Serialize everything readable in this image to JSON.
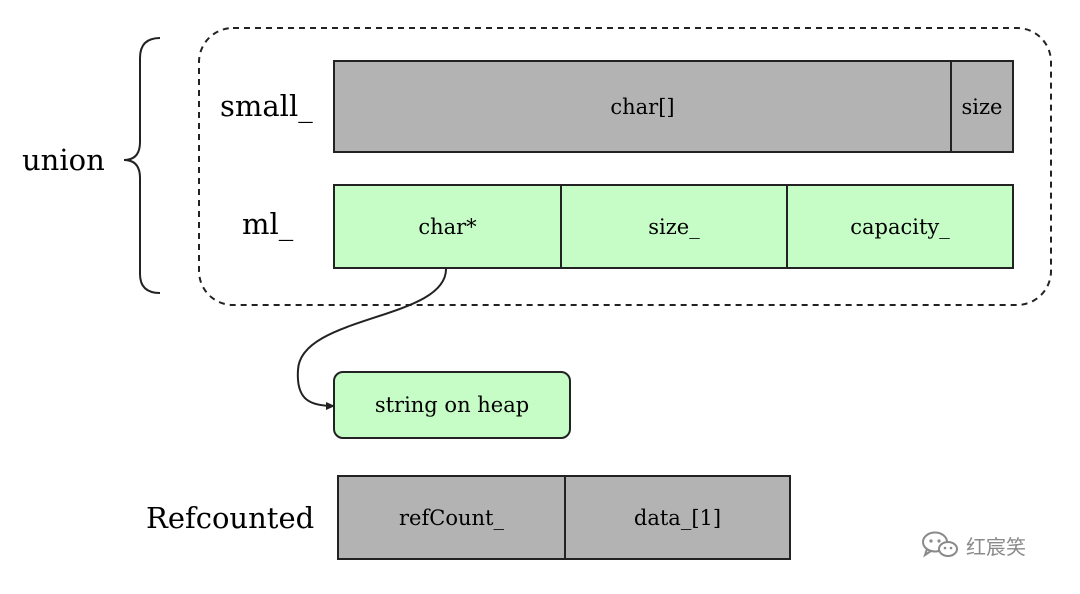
{
  "labels": {
    "union": "union",
    "small": "small_",
    "ml": "ml_",
    "refcounted": "Refcounted"
  },
  "small_row": {
    "char_array": "char[]",
    "size": "size"
  },
  "ml_row": {
    "char_ptr": "char*",
    "size": "size_",
    "capacity": "capacity_"
  },
  "heap": {
    "label": "string on heap"
  },
  "refcounted_row": {
    "refcount": "refCount_",
    "data": "data_[1]"
  },
  "watermark": {
    "text": "红宸笑",
    "icon": "wechat-icon"
  },
  "colors": {
    "gray": "#b3b3b3",
    "green": "#c6fcc6",
    "stroke": "#222222"
  }
}
